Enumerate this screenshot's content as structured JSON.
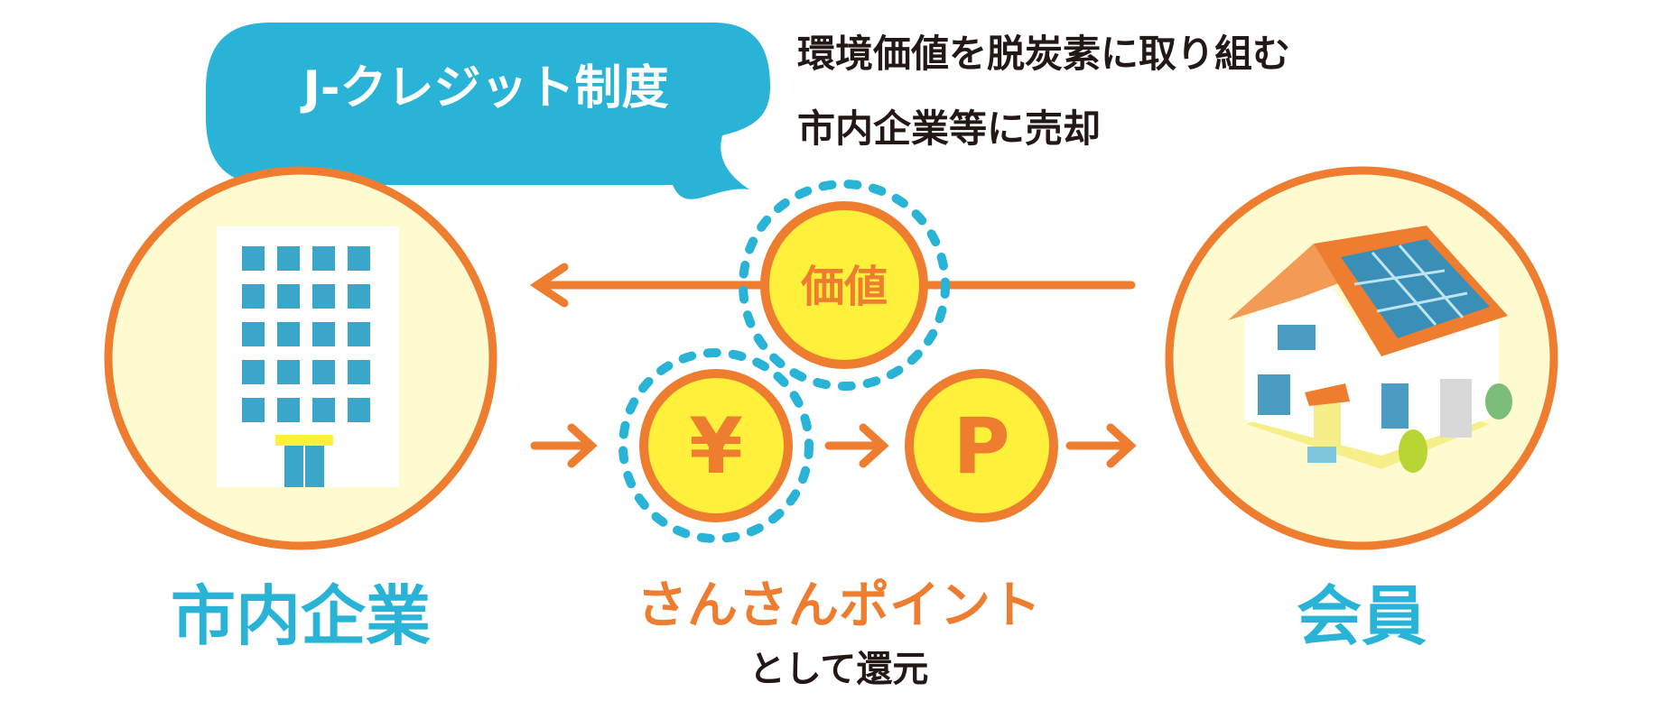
{
  "bubble": {
    "title": "J-クレジット制度"
  },
  "note": {
    "line1": "環境価値を脱炭素に取り組む",
    "line2": "市内企業等に売却"
  },
  "left_entity": {
    "label": "市内企業",
    "icon": "office-building-icon"
  },
  "right_entity": {
    "label": "会員",
    "icon": "solar-house-icon"
  },
  "coins": {
    "value": "価値",
    "yen": "¥",
    "point": "P"
  },
  "center_label": {
    "line1": "さんさんポイント",
    "line2": "として還元"
  },
  "colors": {
    "orange": "#ee7d30",
    "blue": "#29b3d6",
    "yellow": "#fff13b",
    "cream": "#fffbd0",
    "text": "#231815"
  }
}
